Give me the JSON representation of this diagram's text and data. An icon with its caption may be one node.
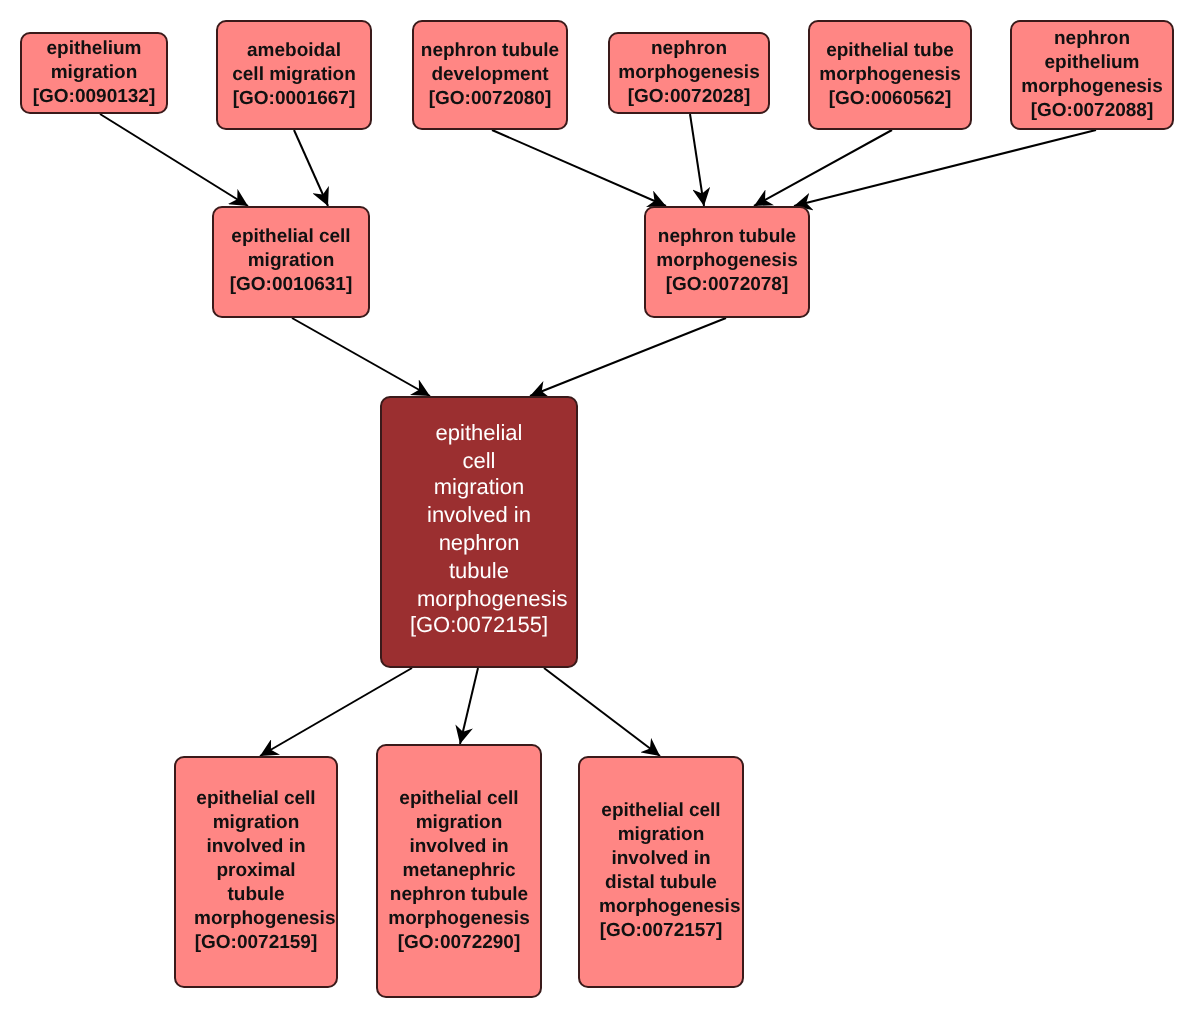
{
  "diagram": {
    "nodes": [
      {
        "text": [
          "epithelium migration",
          "[GO:0090132]"
        ]
      },
      {
        "text": [
          "ameboidal cell migration",
          "[GO:0001667]"
        ]
      },
      {
        "text": [
          "nephron tubule development",
          "[GO:0072080]"
        ]
      },
      {
        "text": [
          "nephron morphogenesis",
          "[GO:0072028]"
        ]
      },
      {
        "text": [
          "epithelial tube morphogenesis",
          "[GO:0060562]"
        ]
      },
      {
        "text": [
          "nephron epithelium morphogenesis",
          "[GO:0072088]"
        ]
      },
      {
        "text": [
          "epithelial cell migration",
          "[GO:0010631]"
        ]
      },
      {
        "text": [
          "nephron tubule morphogenesis",
          "[GO:0072078]"
        ]
      },
      {
        "text": [
          "epithelial cell migration involved in nephron tubule morphogenesis",
          "[GO:0072155]"
        ]
      },
      {
        "text": [
          "epithelial cell migration involved in proximal tubule morphogenesis",
          "[GO:0072159]"
        ]
      },
      {
        "text": [
          "epithelial cell migration involved in metanephric nephron tubule morphogenesis",
          "[GO:0072290]"
        ]
      },
      {
        "text": [
          "epithelial cell migration involved in distal tubule morphogenesis",
          "[GO:0072157]"
        ]
      }
    ],
    "edges": [
      {
        "from": 0,
        "to": 6,
        "arrow": "to"
      },
      {
        "from": 1,
        "to": 6,
        "arrow": "to"
      },
      {
        "from": 2,
        "to": 7,
        "arrow": "to"
      },
      {
        "from": 3,
        "to": 7,
        "arrow": "to"
      },
      {
        "from": 4,
        "to": 7,
        "arrow": "to"
      },
      {
        "from": 5,
        "to": 7,
        "arrow": "to"
      },
      {
        "from": 6,
        "to": 8,
        "arrow": "to"
      },
      {
        "from": 7,
        "to": 8,
        "arrow": "to"
      },
      {
        "from": 8,
        "to": 9,
        "arrow": "to"
      },
      {
        "from": 8,
        "to": 10,
        "arrow": "to"
      },
      {
        "from": 8,
        "to": 11,
        "arrow": "to"
      }
    ]
  }
}
